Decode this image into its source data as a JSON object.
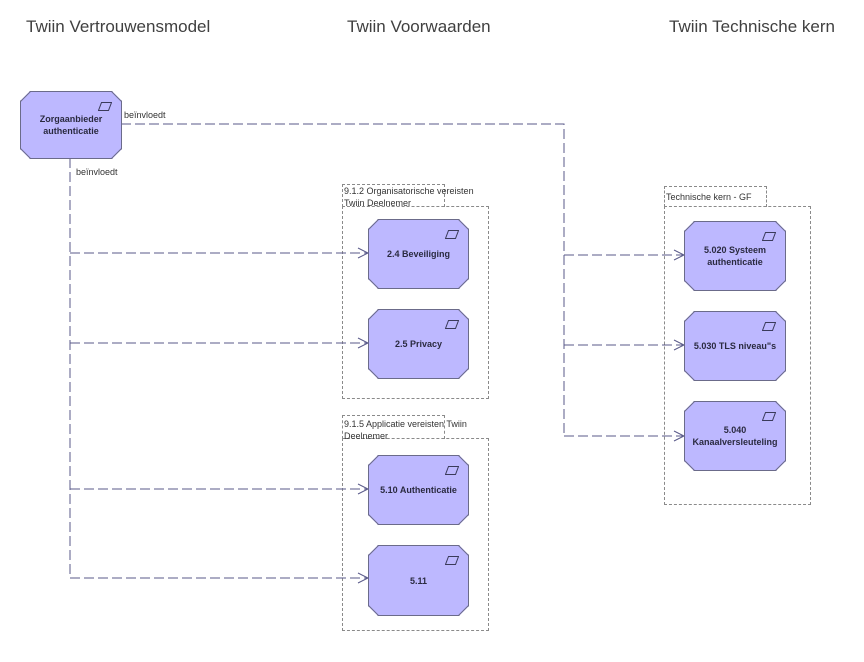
{
  "columns": {
    "left": "Twiin Vertrouwensmodel",
    "middle": "Twiin Voorwaarden",
    "right": "Twiin Technische kern"
  },
  "groups": {
    "organisatorisch": "9.1.2 Organisatorische vereisten\nTwiin Deelnemer",
    "applicatie": "9.1.5 Applicatie vereisten Twiin\nDeelnemer",
    "technische_kern": "Technische kern - GF"
  },
  "nodes": {
    "zorgaanbieder": "Zorgaanbieder\nauthenticatie",
    "beveiliging": "2.4 Beveiliging",
    "privacy": "2.5 Privacy",
    "authenticatie": "5.10 Authenticatie",
    "n511": "5.11",
    "systeem": "5.020 Systeem\nauthenticatie",
    "tls": "5.030 TLS niveau\"s",
    "kanaal": "5.040\nKanaalversleuteling"
  },
  "edges": {
    "label_right": "beïnvloedt",
    "label_down": "beïnvloedt"
  },
  "colors": {
    "node_fill": "#bdb8ff",
    "connector": "#5a5a8a"
  },
  "icons": {
    "requirement": "requirement-icon"
  }
}
